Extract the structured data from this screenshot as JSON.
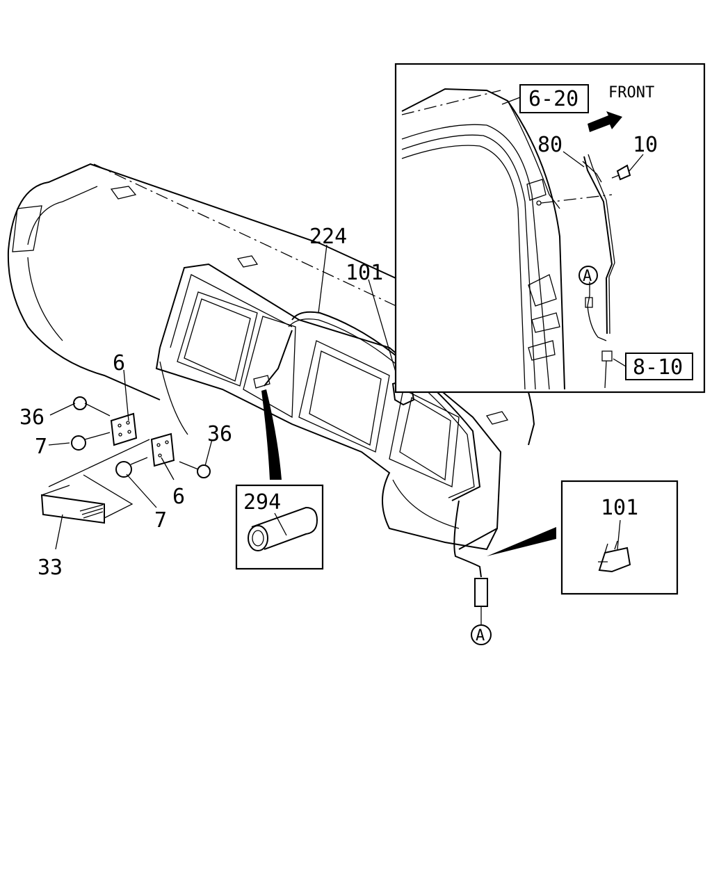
{
  "callouts": {
    "c224": "224",
    "c101_main": "101",
    "c6_top": "6",
    "c36_left": "36",
    "c7_left": "7",
    "c36_right": "36",
    "c6_bottom": "6",
    "c7_bottom": "7",
    "c33": "33"
  },
  "inset_antenna": {
    "ref_6_20": "6-20",
    "front_label": "FRONT",
    "c80": "80",
    "c10": "10",
    "ref_8_10": "8-10",
    "connector_marker": "A"
  },
  "inset_294": {
    "label": "294"
  },
  "inset_101": {
    "label": "101"
  },
  "bottom_connector_marker": "A",
  "colors": {
    "line": "#000000",
    "background": "#ffffff"
  }
}
